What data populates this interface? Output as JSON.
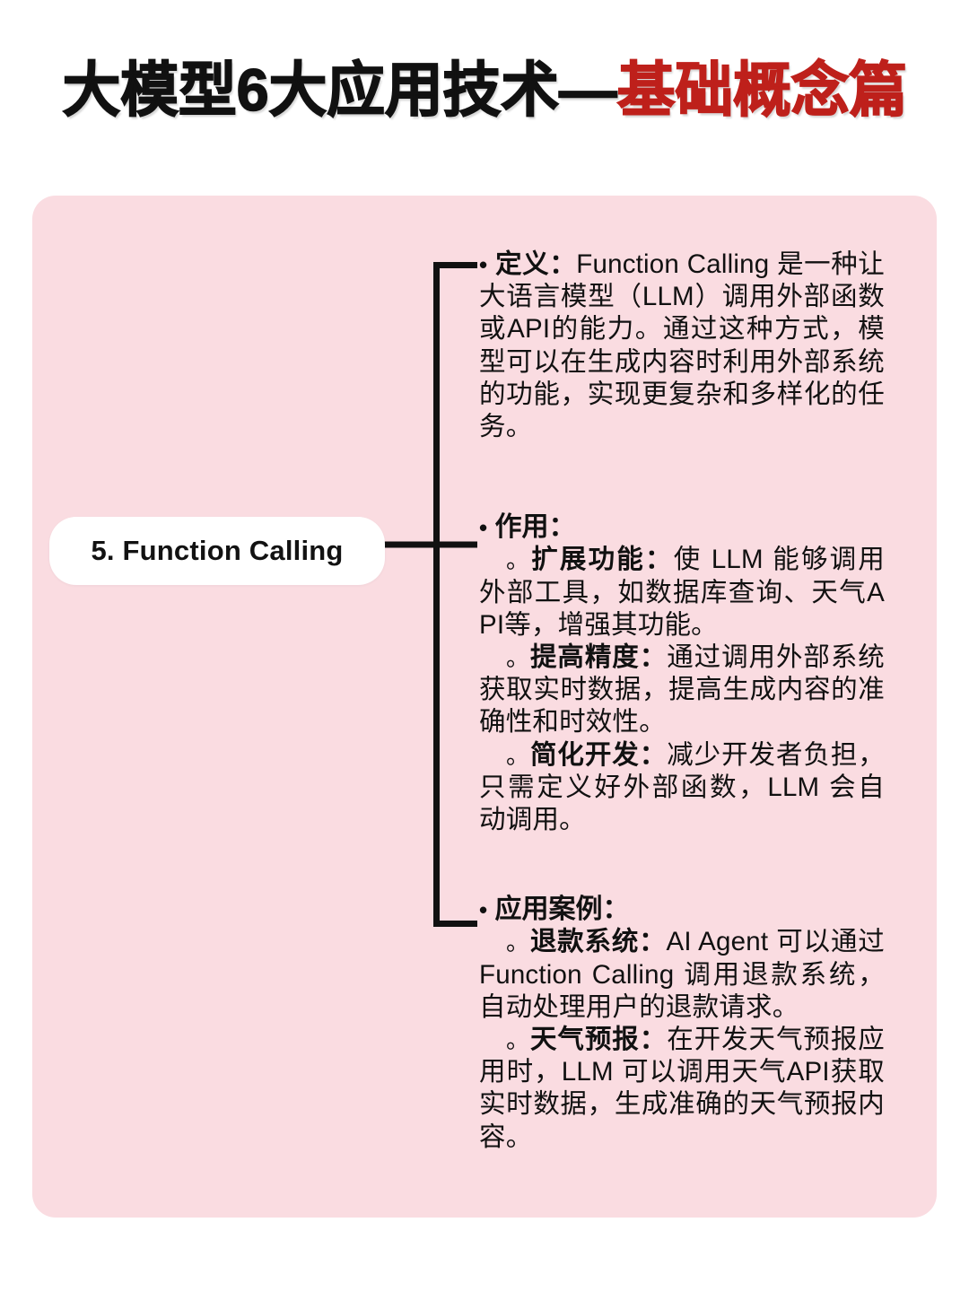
{
  "title": {
    "black_part": "大模型6大应用技术—",
    "red_part": "基础概念篇",
    "red_color": "#BE201B",
    "black_color": "#111111"
  },
  "card": {
    "background_color": "#FADCE1"
  },
  "mindmap": {
    "node": {
      "label": "5. Function Calling",
      "pill_color": "#FFFFFF"
    },
    "branches": [
      {
        "marker": "•",
        "heading": "定义：",
        "body": "Function Calling 是一种让大语言模型（LLM）调用外部函数或API的能力。通过这种方式，模型可以在生成内容时利用外部系统的功能，实现更复杂和多样化的任务。",
        "sub_items": []
      },
      {
        "marker": "•",
        "heading": "作用：",
        "body": "",
        "sub_items": [
          {
            "marker": "。",
            "heading": "扩展功能：",
            "body": "使 LLM 能够调用外部工具，如数据库查询、天气API等，增强其功能。"
          },
          {
            "marker": "。",
            "heading": "提高精度：",
            "body": "通过调用外部系统获取实时数据，提高生成内容的准确性和时效性。"
          },
          {
            "marker": "。",
            "heading": "简化开发：",
            "body": "减少开发者负担，只需定义好外部函数，LLM 会自动调用。"
          }
        ]
      },
      {
        "marker": "•",
        "heading": "应用案例：",
        "body": "",
        "sub_items": [
          {
            "marker": "。",
            "heading": "退款系统：",
            "body": "AI Agent 可以通过 Function Calling 调用退款系统，自动处理用户的退款请求。"
          },
          {
            "marker": "。",
            "heading": "天气预报：",
            "body": "在开发天气预报应用时，LLM 可以调用天气API获取实时数据，生成准确的天气预报内容。"
          }
        ]
      }
    ]
  }
}
